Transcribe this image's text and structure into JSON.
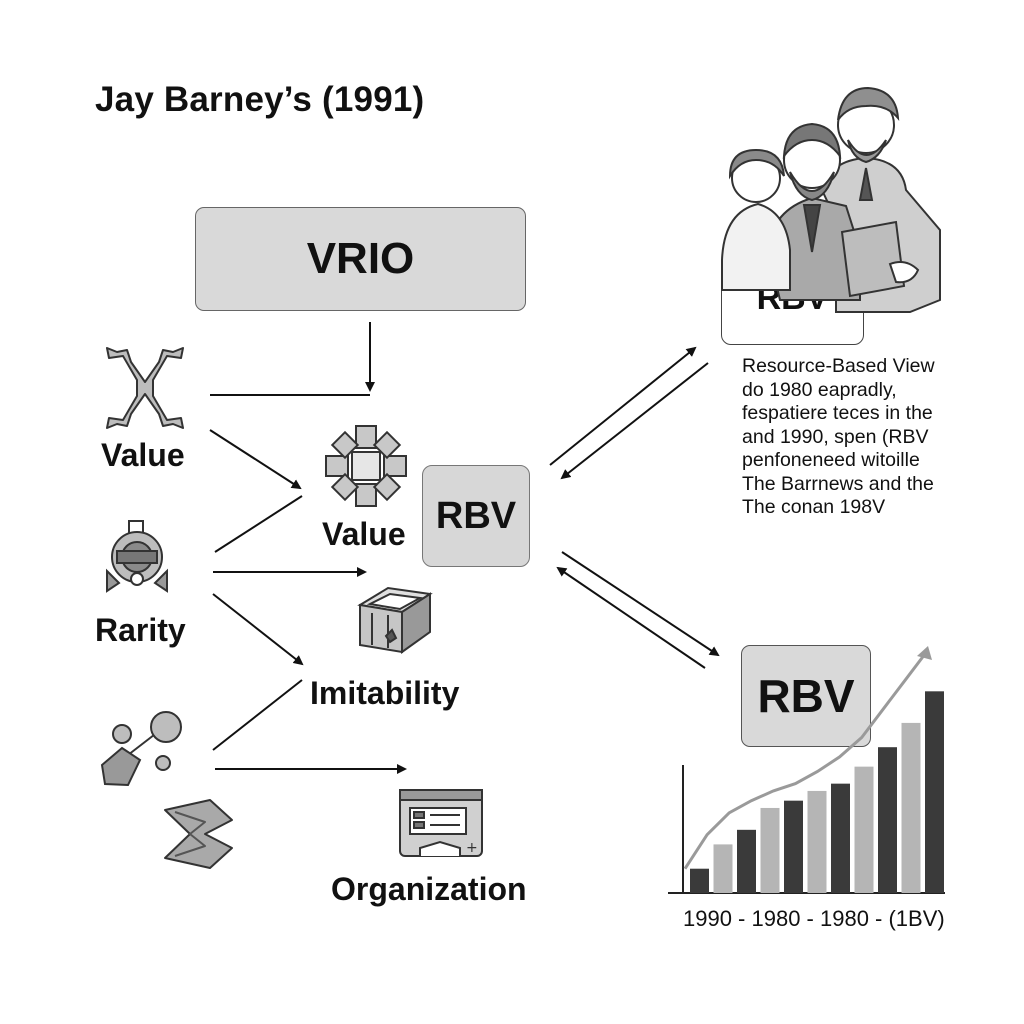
{
  "title": "Jay Barney’s (1991)",
  "vrio_box": {
    "label": "VRIO"
  },
  "center_rbv": {
    "label": "RBV"
  },
  "labels": {
    "value_left": "Value",
    "rarity": "Rarity",
    "value_center": "Value",
    "imitability": "Imitability",
    "organization": "Organization"
  },
  "top_rbv": {
    "label": "RBV"
  },
  "description_lines": [
    "Resource-Based View",
    "do 1980 eapradly,",
    "fespatiere teces in the",
    "and 1990, spen (RBV",
    "penfoneneed witoille",
    "The Barrnews and the",
    "The conan 198V"
  ],
  "bottom_rbv": {
    "label": "RBV"
  },
  "chart_years_label": "1990 - 1980 - 1980 - (1BV)",
  "chart_data": {
    "type": "bar",
    "title": "",
    "xlabel": "1990 - 1980 - 1980 - (1BV)",
    "ylabel": "",
    "ylim": [
      0,
      100
    ],
    "values": [
      10,
      20,
      26,
      35,
      38,
      42,
      45,
      52,
      60,
      70,
      83
    ],
    "trend_line": [
      10,
      24,
      33,
      38,
      42,
      45,
      50,
      56,
      64,
      76,
      88,
      100
    ],
    "grid": false
  },
  "icons": [
    "x-arrows-icon",
    "gear-rarity-icon",
    "molecule-icon",
    "puzzle-snowflake-icon",
    "frame-box-icon",
    "fold-arrows-icon",
    "organization-panel-icon",
    "business-people-illustration"
  ],
  "colors": {
    "box_fill": "#d9d9d9",
    "bar_dark": "#3a3a3a",
    "bar_light": "#b5b5b5",
    "icon_fill": "#bdbdbd"
  }
}
